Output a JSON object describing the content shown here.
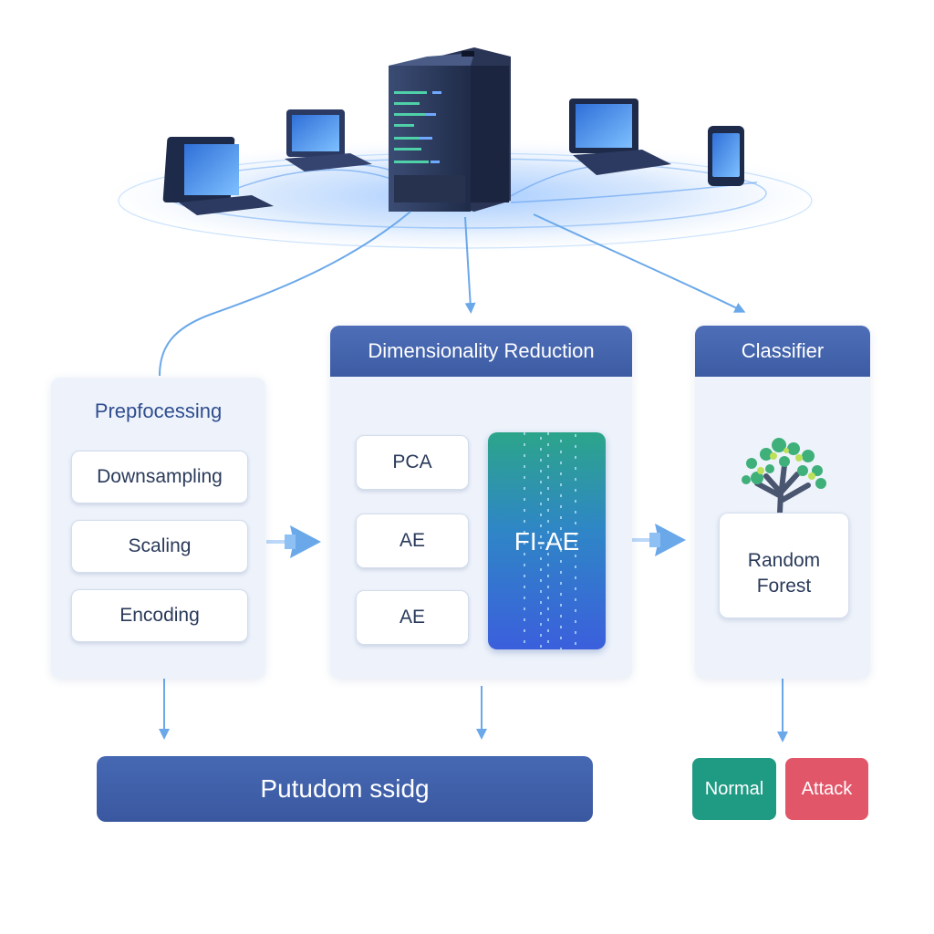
{
  "preprocessing": {
    "title": "Prepfocessing",
    "steps": [
      "Downsampling",
      "Scaling",
      "Encoding"
    ]
  },
  "dimensionality_reduction": {
    "title": "Dimensionality Reduction",
    "methods": [
      "PCA",
      "AE",
      "AE"
    ],
    "highlight": "FI-AE"
  },
  "classifier": {
    "title": "Classifier",
    "model_line1": "Random",
    "model_line2": "Forest",
    "tree_icon": "tree-icon",
    "outputs": {
      "normal": "Normal",
      "attack": "Attack"
    }
  },
  "bottom_bar": {
    "label": "Putudom ssidg"
  },
  "network": {
    "icons": [
      "server-icon",
      "laptop-icon",
      "smartphone-icon"
    ]
  },
  "colors": {
    "primary": "#3c5ba3",
    "panel_bg": "#eef3fb",
    "arrow": "#6aa8ea",
    "normal": "#1f9a83",
    "attack": "#e2566a"
  }
}
